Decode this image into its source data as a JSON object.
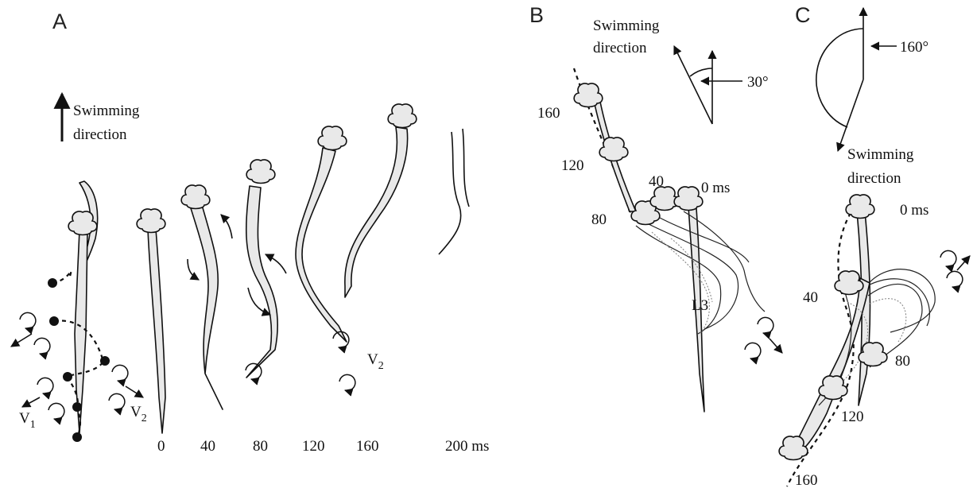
{
  "panels": {
    "a": {
      "letter": "A",
      "direction_line1": "Swimming",
      "direction_line2": "direction",
      "times": [
        "0",
        "40",
        "80",
        "120",
        "160",
        "200 ms"
      ],
      "v1_main": "V",
      "v1_sub": "1",
      "v2a_main": "V",
      "v2a_sub": "2",
      "v2b_main": "V",
      "v2b_sub": "2"
    },
    "b": {
      "letter": "B",
      "direction_line1": "Swimming",
      "direction_line2": "direction",
      "angle": "30°",
      "times": [
        "160",
        "120",
        "80",
        "40",
        "0 ms"
      ],
      "annotation": "L3"
    },
    "c": {
      "letter": "C",
      "direction_line1": "Swimming",
      "direction_line2": "direction",
      "angle": "160°",
      "times": [
        "0 ms",
        "40",
        "80",
        "120",
        "160"
      ]
    }
  },
  "colors": {
    "ink": "#111111",
    "body_fill": "#e9e9e9",
    "trace_gray": "#888888"
  }
}
